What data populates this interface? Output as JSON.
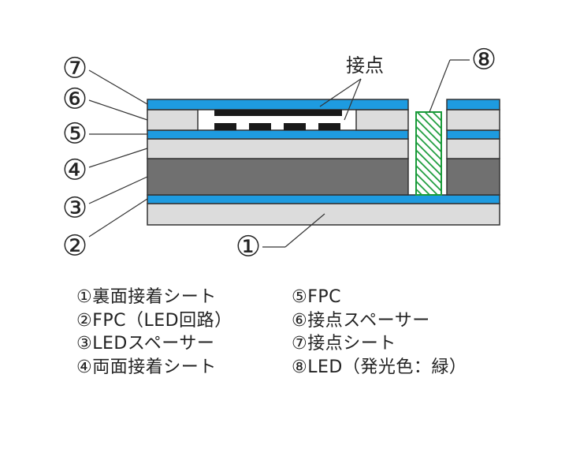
{
  "callouts": {
    "c1": "①",
    "c2": "②",
    "c3": "③",
    "c4": "④",
    "c5": "⑤",
    "c6": "⑥",
    "c7": "⑦",
    "c8": "⑧"
  },
  "contact_label": "接点",
  "legend": {
    "left": [
      "①裏面接着シート",
      "②FPC（LED回路）",
      "③LEDスペーサー",
      "④両面接着シート"
    ],
    "right": [
      "⑤FPC",
      "⑥接点スペーサー",
      "⑦接点シート",
      "⑧LED（発光色：緑）"
    ]
  },
  "colors": {
    "fpc_blue": "#1e9be0",
    "adhesive_gray": "#dcdcdc",
    "spacer_dark": "#707070",
    "contact_black": "#1a1a1a",
    "led_green": "#1a9b3a",
    "outline": "#333333"
  }
}
